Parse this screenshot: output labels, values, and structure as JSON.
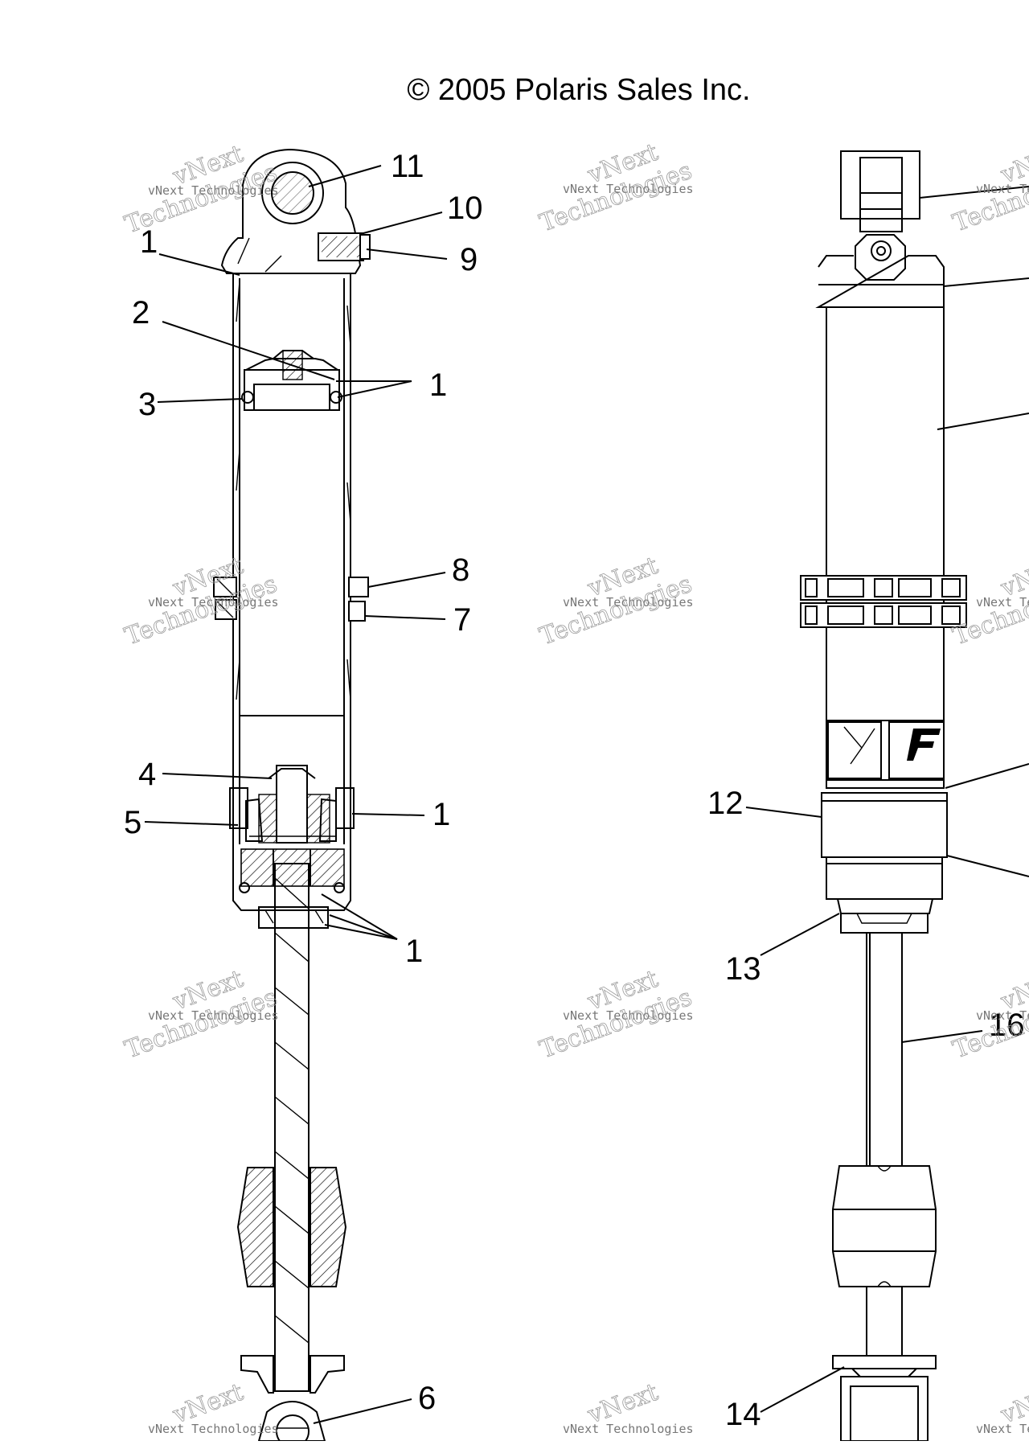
{
  "copyright": "© 2005 Polaris Sales Inc.",
  "watermark": {
    "line1": "vNext",
    "line2": "vNext Technologies",
    "line3": "Technologies"
  },
  "callouts": {
    "c11": "11",
    "c10": "10",
    "c9": "9",
    "c1a": "1",
    "c2": "2",
    "c1b": "1",
    "c3": "3",
    "c8": "8",
    "c7": "7",
    "c4": "4",
    "c5": "5",
    "c1c": "1",
    "c1d": "1",
    "c6": "6",
    "c12": "12",
    "c13": "13",
    "c16": "16",
    "c14": "14"
  }
}
